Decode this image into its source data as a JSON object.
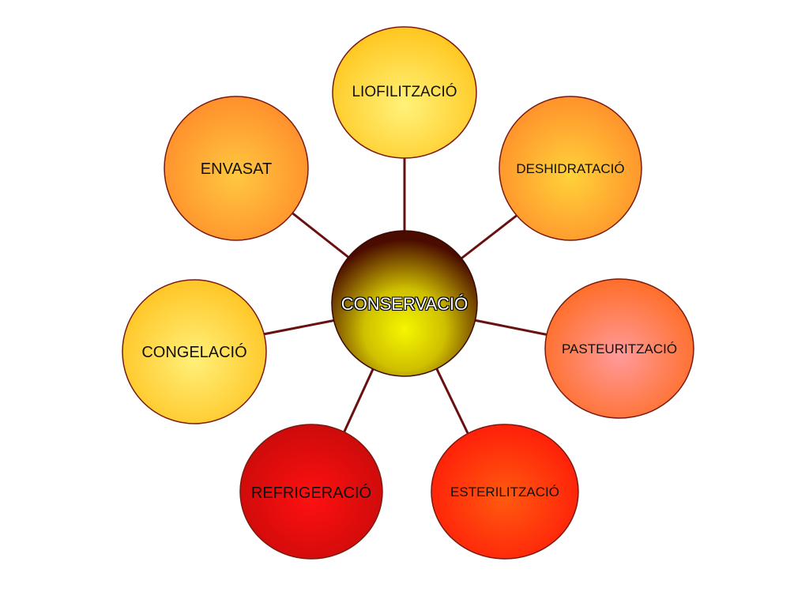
{
  "hub": {
    "label": "CONSERVACIÓ"
  },
  "nodes": [
    {
      "id": "liofilitzacio",
      "label": "LIOFILITZACIÓ",
      "color": "#ffd84a"
    },
    {
      "id": "deshidratacio",
      "label": "DESHIDRATACIÓ",
      "color": "#ffa63a"
    },
    {
      "id": "pasteuritzacio",
      "label": "PASTEURITZACIÓ",
      "color": "#ff7a5a"
    },
    {
      "id": "esterilitzacio",
      "label": "ESTERILITZACIÓ",
      "color": "#ff2a10"
    },
    {
      "id": "refrigeracio",
      "label": "REFRIGERACIÓ",
      "color": "#d40a0a"
    },
    {
      "id": "congelacio",
      "label": "CONGELACIÓ",
      "color": "#ffd83a"
    },
    {
      "id": "envasat",
      "label": "ENVASAT",
      "color": "#ff9a35"
    }
  ],
  "colors": {
    "connector": "#6a1010",
    "outline": "#7a1a10",
    "hub_center": "#f2f200",
    "hub_edge": "#4a0c00"
  }
}
